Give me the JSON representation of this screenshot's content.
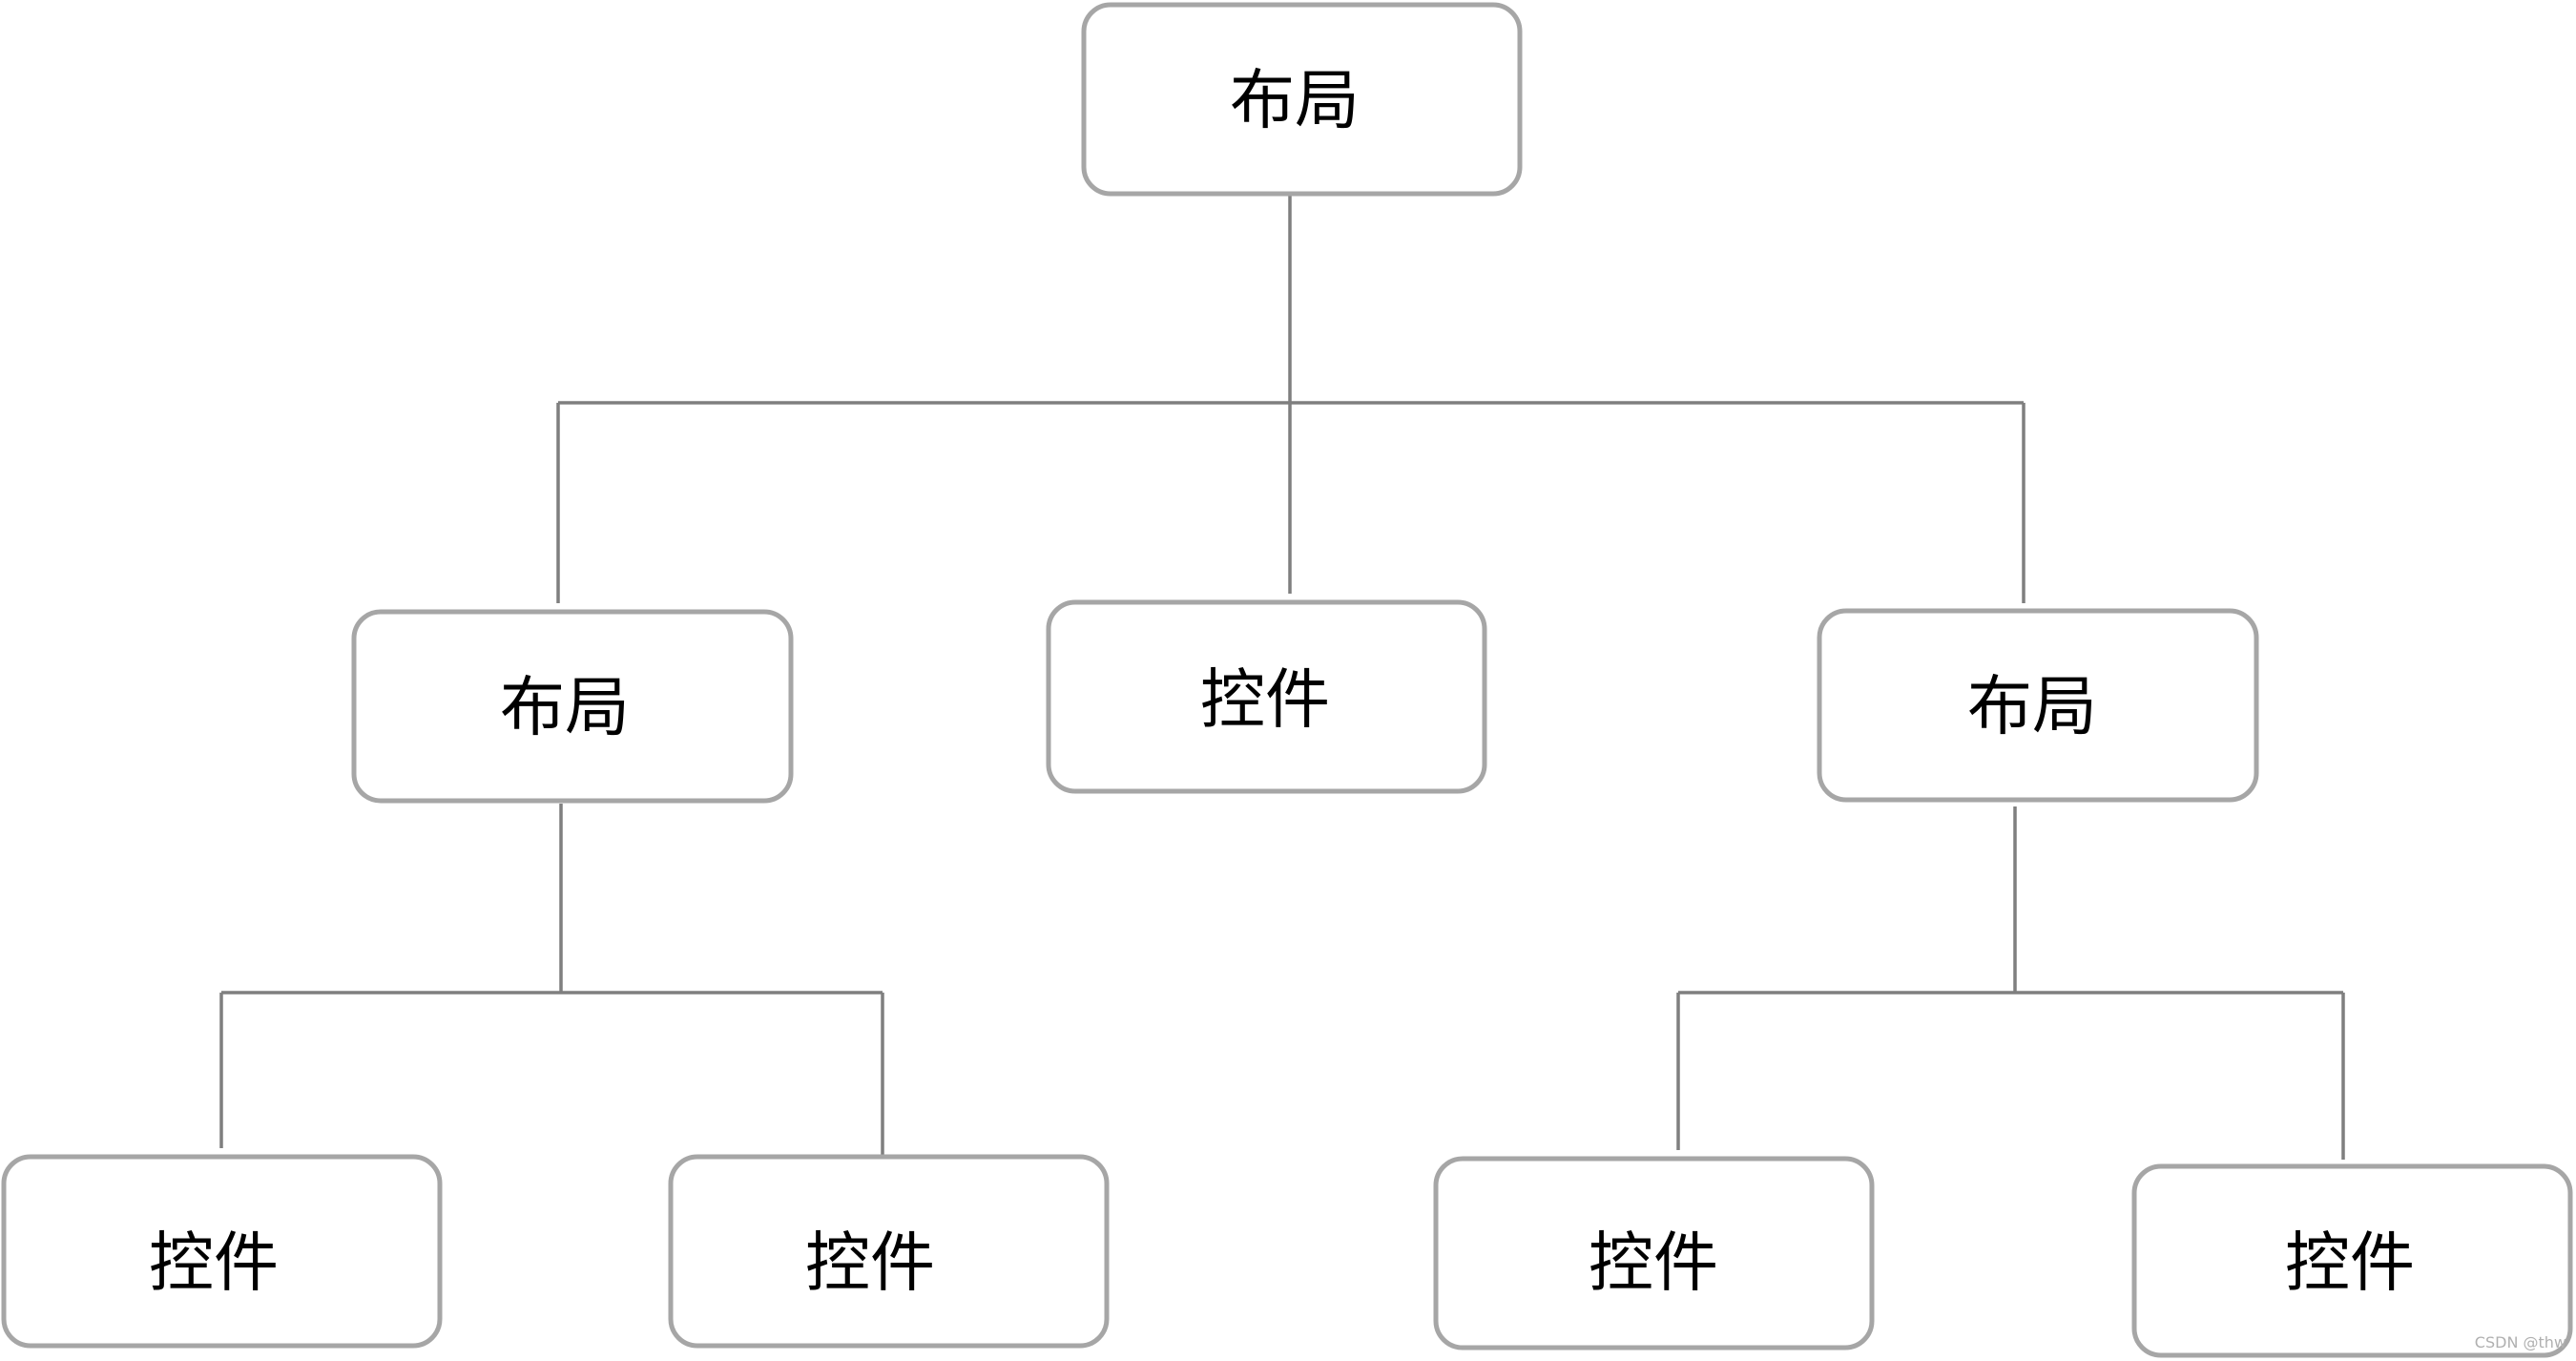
{
  "diagram": {
    "type": "tree",
    "nodes": {
      "root": {
        "label": "布局"
      },
      "layout_left": {
        "label": "布局"
      },
      "control_middle": {
        "label": "控件"
      },
      "layout_right": {
        "label": "布局"
      },
      "control_ll": {
        "label": "控件"
      },
      "control_lr": {
        "label": "控件"
      },
      "control_rl": {
        "label": "控件"
      },
      "control_rr": {
        "label": "控件"
      }
    },
    "edges": [
      [
        "root",
        "layout_left"
      ],
      [
        "root",
        "control_middle"
      ],
      [
        "root",
        "layout_right"
      ],
      [
        "layout_left",
        "control_ll"
      ],
      [
        "layout_left",
        "control_lr"
      ],
      [
        "layout_right",
        "control_rl"
      ],
      [
        "layout_right",
        "control_rr"
      ]
    ]
  },
  "watermark": "CSDN @thw"
}
